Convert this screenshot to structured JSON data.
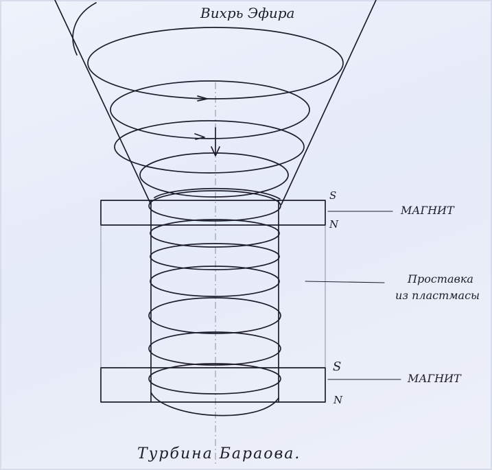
{
  "title": "Вихрь Эфира",
  "caption": "Турбина Бараова.",
  "labels": {
    "magnet_top": "МАГНИТ",
    "magnet_bottom": "МАГНИТ",
    "spacer_line1": "Проставка",
    "spacer_line2": "из пластмасы"
  },
  "poles": {
    "top_s": "S",
    "top_n": "N",
    "bottom_s": "S",
    "bottom_n": "N"
  },
  "colors": {
    "paper": "#e9edf8",
    "ink": "#1d1d2b",
    "construction_line": "#8a8fa3"
  }
}
